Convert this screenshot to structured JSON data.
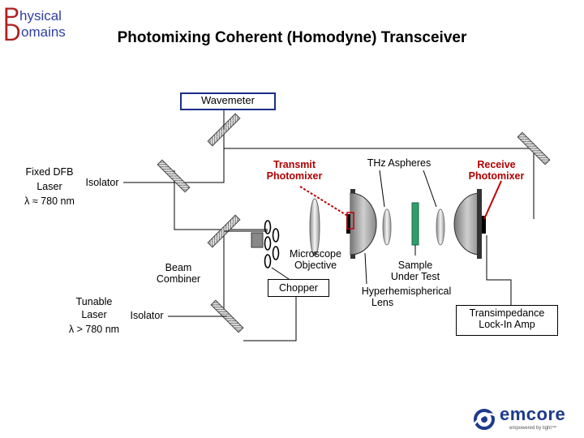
{
  "logo": {
    "line1": "hysical",
    "line2": "omains",
    "letter1": "P",
    "letter2": "D",
    "color": "#b02020"
  },
  "title": "Photomixing Coherent (Homodyne) Transceiver",
  "wavemeter": "Wavemeter",
  "fixed_laser": {
    "line1": "Fixed DFB",
    "line2": "Laser",
    "line3": "λ ≈ 780 nm"
  },
  "isolator_top": "Isolator",
  "tunable_laser": {
    "line1": "Tunable",
    "line2": "Laser",
    "line3": "λ > 780 nm"
  },
  "isolator_bottom": "Isolator",
  "beam_combiner": {
    "line1": "Beam",
    "line2": "Combiner"
  },
  "transmit_photomixer": {
    "line1": "Transmit",
    "line2": "Photomixer"
  },
  "thz_aspheres": "THz Aspheres",
  "receive_photomixer": {
    "line1": "Receive",
    "line2": "Photomixer"
  },
  "microscope_objective": {
    "line1": "Microscope",
    "line2": "Objective"
  },
  "chopper": "Chopper",
  "sample": {
    "line1": "Sample",
    "line2": "Under Test"
  },
  "hyper_lens": {
    "line1": "Hyperhemispherical",
    "line2": "Lens"
  },
  "transimpedance": {
    "line1": "Transimpedance",
    "line2": "Lock-In Amp"
  },
  "emcore": {
    "name": "emcore",
    "tagline": "empowered by light™"
  },
  "colors": {
    "accent_red": "#b00000",
    "box_border": "#1a2f8a",
    "sample_green": "#2f9e6a"
  }
}
